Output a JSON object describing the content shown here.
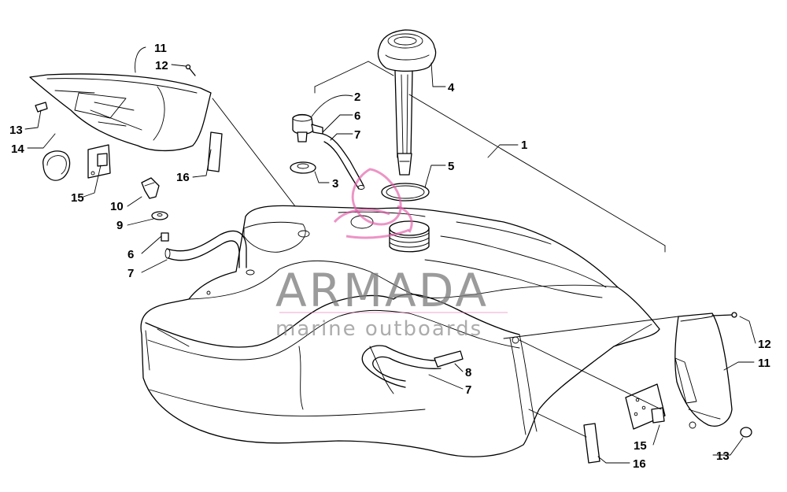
{
  "diagram": {
    "callouts": [
      "1",
      "2",
      "3",
      "4",
      "5",
      "6",
      "7",
      "8",
      "9",
      "10",
      "11",
      "12",
      "13",
      "14",
      "15",
      "16"
    ]
  },
  "labels": [
    {
      "id": "l11a",
      "text": "11"
    },
    {
      "id": "l12a",
      "text": "12"
    },
    {
      "id": "l13a",
      "text": "13"
    },
    {
      "id": "l14",
      "text": "14"
    },
    {
      "id": "l15a",
      "text": "15"
    },
    {
      "id": "l16a",
      "text": "16"
    },
    {
      "id": "l10",
      "text": "10"
    },
    {
      "id": "l9",
      "text": "9"
    },
    {
      "id": "l6a",
      "text": "6"
    },
    {
      "id": "l7a",
      "text": "7"
    },
    {
      "id": "l2",
      "text": "2"
    },
    {
      "id": "l6b",
      "text": "6"
    },
    {
      "id": "l7b",
      "text": "7"
    },
    {
      "id": "l3",
      "text": "3"
    },
    {
      "id": "l4",
      "text": "4"
    },
    {
      "id": "l5",
      "text": "5"
    },
    {
      "id": "l1",
      "text": "1"
    },
    {
      "id": "l8",
      "text": "8"
    },
    {
      "id": "l7c",
      "text": "7"
    },
    {
      "id": "l12b",
      "text": "12"
    },
    {
      "id": "l11b",
      "text": "11"
    },
    {
      "id": "l15b",
      "text": "15"
    },
    {
      "id": "l13b",
      "text": "13"
    },
    {
      "id": "l16b",
      "text": "16"
    }
  ],
  "watermark": {
    "brand": "ARMADA",
    "tagline": "marine outboards",
    "logo_color": "#e25aa8"
  }
}
